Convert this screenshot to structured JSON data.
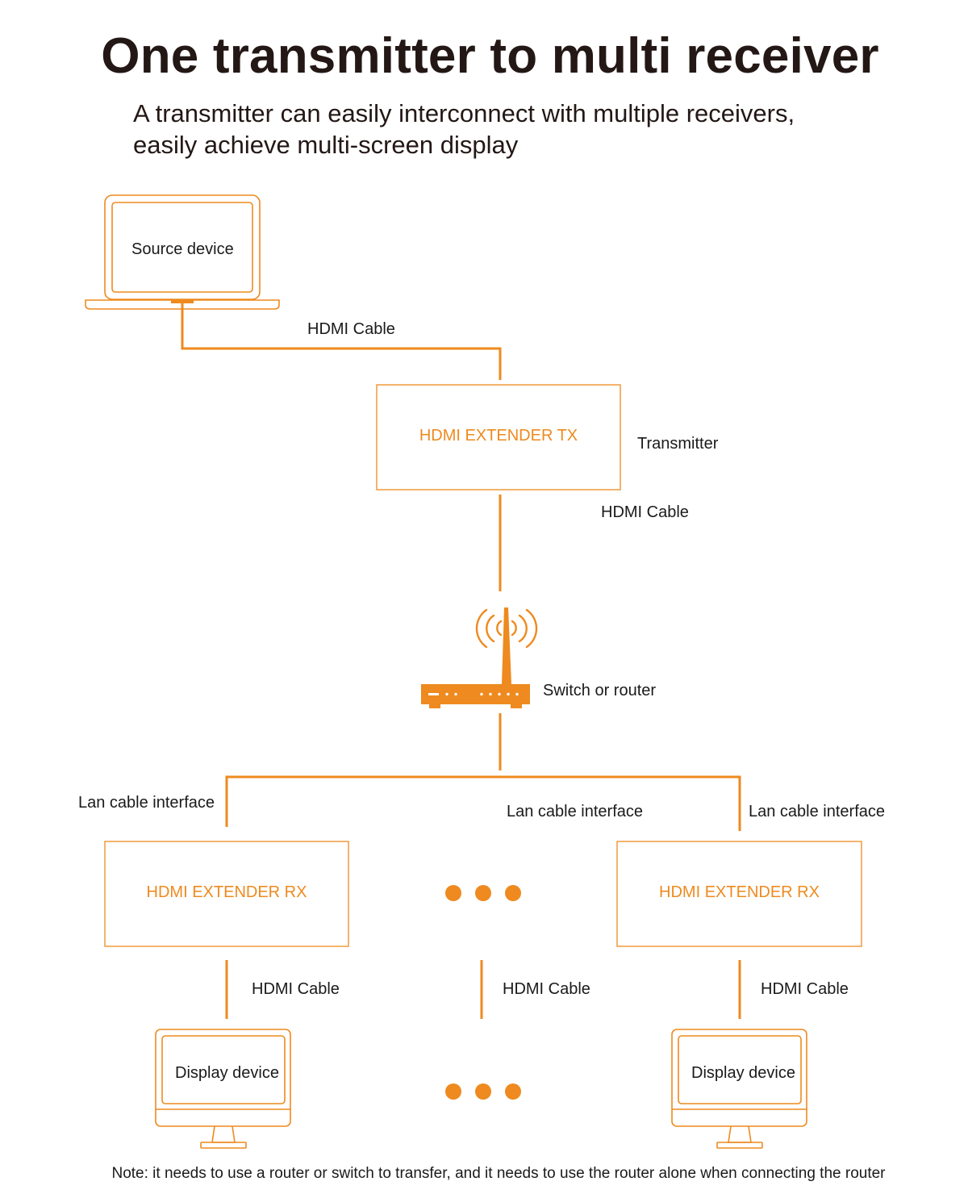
{
  "title": "One transmitter to multi receiver",
  "subtitle": {
    "line1": "A transmitter can easily interconnect with multiple receivers,",
    "line2": "easily achieve multi-screen display"
  },
  "source": {
    "label": "Source device"
  },
  "cables": {
    "source_to_tx": "HDMI Cable",
    "tx_to_router": "HDMI Cable",
    "rx_left_to_display": "HDMI Cable",
    "middle_to_display": "HDMI Cable",
    "rx_right_to_display": "HDMI Cable"
  },
  "transmitter": {
    "box_label": "HDMI EXTENDER TX",
    "role": "Transmitter"
  },
  "router": {
    "label": "Switch or router"
  },
  "lan": {
    "left": "Lan cable interface",
    "middle": "Lan cable interface",
    "right": "Lan cable interface"
  },
  "receivers": [
    {
      "box_label": "HDMI EXTENDER RX"
    },
    {
      "box_label": "HDMI EXTENDER RX"
    }
  ],
  "displays": [
    {
      "label": "Display device"
    },
    {
      "label": "Display device"
    }
  ],
  "note": "Note: it needs to use a router or switch to transfer, and it needs to use the router alone when connecting the router",
  "colors": {
    "accent": "#ee8a1f",
    "text": "#231815"
  },
  "icons": [
    "laptop-icon",
    "router-icon",
    "wifi-signal-icon",
    "monitor-icon",
    "ellipsis-dots-icon"
  ]
}
